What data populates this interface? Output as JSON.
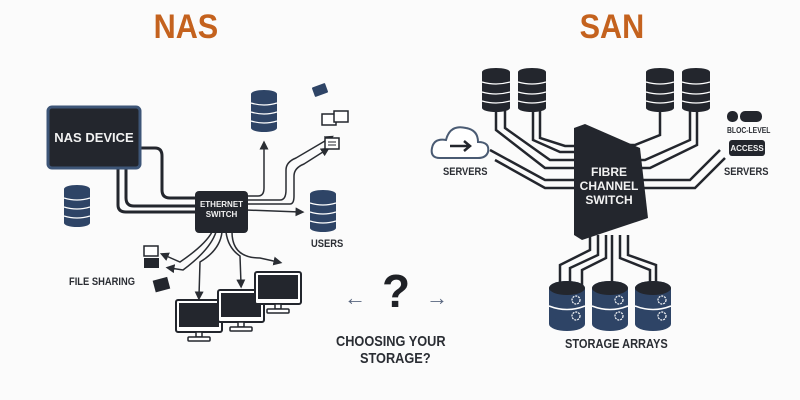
{
  "nas": {
    "title": "NAS",
    "device_label": "NAS DEVICE",
    "switch_line1": "ETHERNET",
    "switch_line2": "SWITCH",
    "users_label": "USERS",
    "file_sharing_label": "FILE SHARING"
  },
  "san": {
    "title": "SAN",
    "switch_line1": "FIBRE",
    "switch_line2": "CHANNEL",
    "switch_line3": "SWITCH",
    "servers_left_label": "SERVERS",
    "servers_right_label": "SERVERS",
    "bloc_level_label": "BLOC-LEVEL",
    "access_label": "ACCESS",
    "storage_arrays_label": "STORAGE ARRAYS"
  },
  "center": {
    "question_mark": "?",
    "left_arrow": "←",
    "right_arrow": "→",
    "line1": "CHOOSING YOUR",
    "line2": "STORAGE?"
  },
  "colors": {
    "title": "#c4621e",
    "dark": "#23262d",
    "navy": "#2e4466",
    "device_border": "#3d5577"
  }
}
